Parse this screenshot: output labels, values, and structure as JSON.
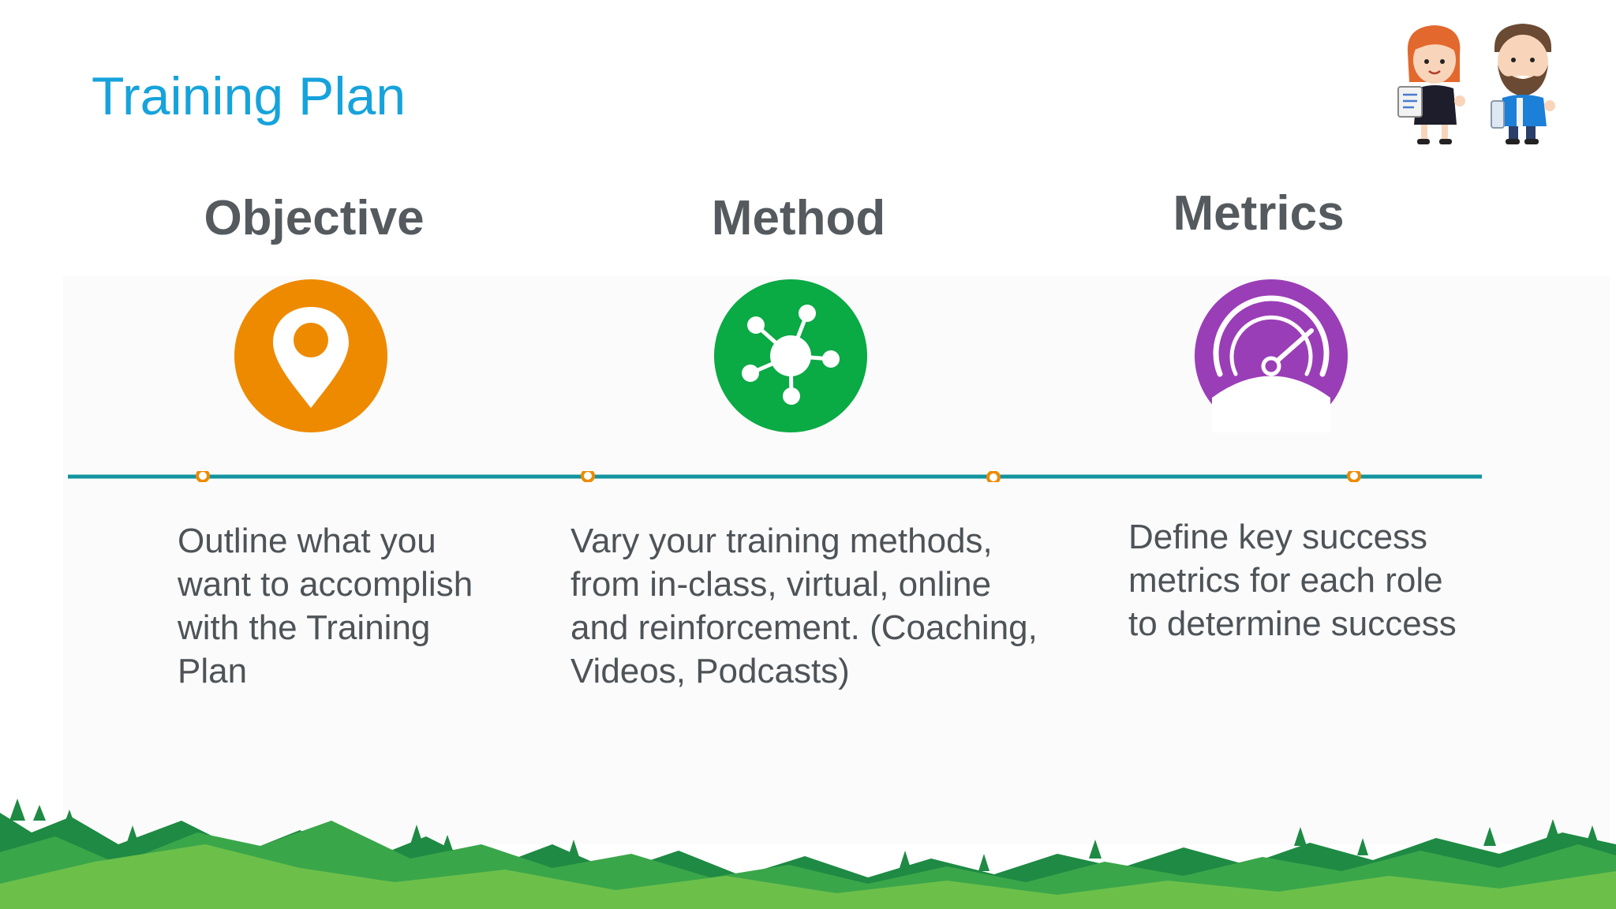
{
  "slide": {
    "title": "Training Plan"
  },
  "columns": [
    {
      "heading": "Objective",
      "icon": "map-pin-icon",
      "icon_color": "#ee8a00",
      "description": "Outline what you\nwant to accomplish\nwith the Training\nPlan"
    },
    {
      "heading": "Method",
      "icon": "hub-network-icon",
      "icon_color": "#0aaa45",
      "description": "Vary your training methods,\nfrom  in-class, virtual, online\nand reinforcement. (Coaching,\nVideos, Podcasts)"
    },
    {
      "heading": "Metrics",
      "icon": "speedometer-gauge-icon",
      "icon_color": "#9a3eb7",
      "description": "Define key success\nmetrics for each role\nto determine success"
    }
  ],
  "colors": {
    "title": "#16a3dc",
    "heading": "#555a5f",
    "body_text": "#4e5358",
    "timeline": "#13949f",
    "timeline_dot": "#ee8a00",
    "mountain_dark": "#1e8a43",
    "mountain_mid": "#3aa64a",
    "mountain_light": "#6cc04a"
  }
}
